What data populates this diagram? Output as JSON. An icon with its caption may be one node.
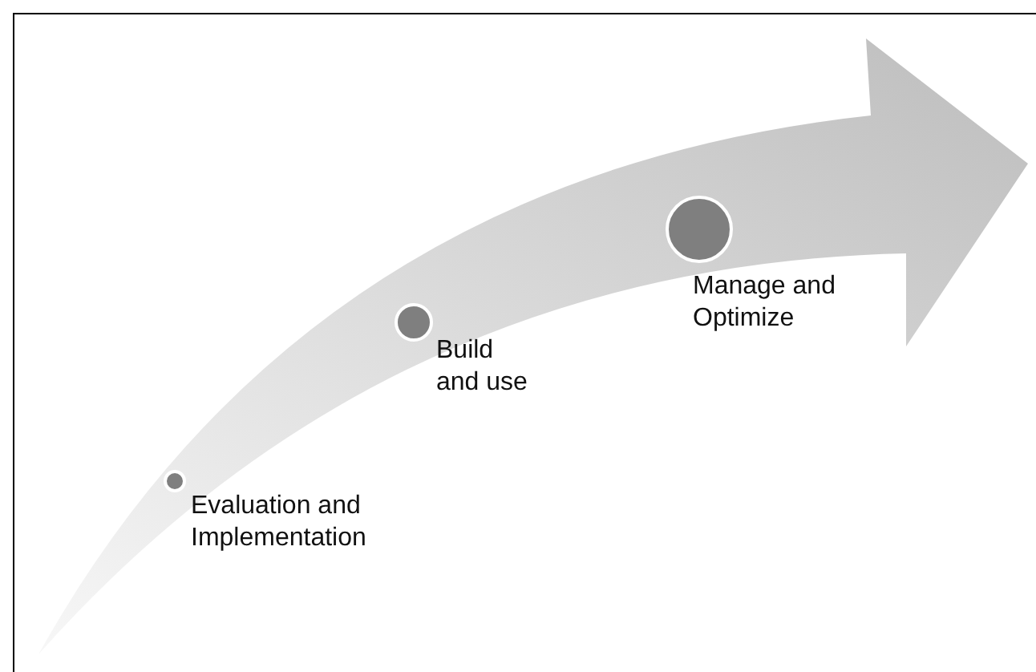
{
  "diagram": {
    "nodes": [
      {
        "text": [],
        "shape": "circle",
        "beside": [
          "Evaluation and Implementation"
        ]
      },
      {
        "text": [],
        "shape": "circle",
        "beside": [
          "Build and use"
        ]
      },
      {
        "text": [],
        "shape": "circle",
        "beside": [
          "Manage and Optimize"
        ]
      }
    ],
    "edges": []
  }
}
